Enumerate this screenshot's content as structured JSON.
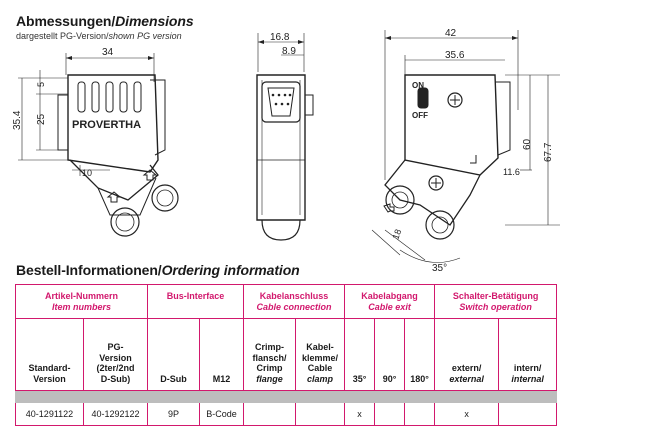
{
  "dimensions": {
    "title_de": "Abmessungen/",
    "title_en": "Dimensions",
    "subtitle_de": "dargestellt PG-Version/",
    "subtitle_en": "shown PG version",
    "brand": "PROVERTHA",
    "switch_on": "ON",
    "switch_off": "OFF",
    "d34": "34",
    "d5": "5",
    "d25": "25",
    "d354": "35.4",
    "d10": "10",
    "d168": "16.8",
    "d89": "8.9",
    "d42": "42",
    "d356": "35.6",
    "d60": "60",
    "d677": "67.7",
    "d116": "11.6",
    "d18": "18",
    "d35deg": "35°"
  },
  "ordering": {
    "title_de": "Bestell-Informationen/",
    "title_en": "Ordering information",
    "groups": [
      {
        "de": "Artikel-Nummern",
        "en": "Item numbers"
      },
      {
        "de": "Bus-Interface",
        "en": ""
      },
      {
        "de": "Kabelanschluss",
        "en": "Cable connection"
      },
      {
        "de": "Kabelabgang",
        "en": "Cable exit"
      },
      {
        "de": "Schalter-Betätigung",
        "en": "Switch operation"
      }
    ],
    "columns": {
      "standard": [
        "Standard-",
        "Version"
      ],
      "pg": [
        "PG-",
        "Version",
        "(2ter/2nd",
        "D-Sub)"
      ],
      "dsub": "D-Sub",
      "m12": "M12",
      "crimp": [
        "Crimp-",
        "flansch/",
        "Crimp"
      ],
      "crimp_en": "flange",
      "clamp": [
        "Kabel-",
        "klemme/",
        "Cable"
      ],
      "clamp_en": "clamp",
      "a35": "35°",
      "a90": "90°",
      "a180": "180°",
      "ext_de": "extern/",
      "ext_en": "external",
      "int_de": "intern/",
      "int_en": "internal"
    },
    "row": {
      "standard": "40-1291122",
      "pg": "40-1292122",
      "dsub": "9P",
      "m12": "B-Code",
      "crimp": "",
      "clamp": "",
      "a35": "x",
      "a90": "",
      "a180": "",
      "external": "x",
      "internal": ""
    }
  }
}
